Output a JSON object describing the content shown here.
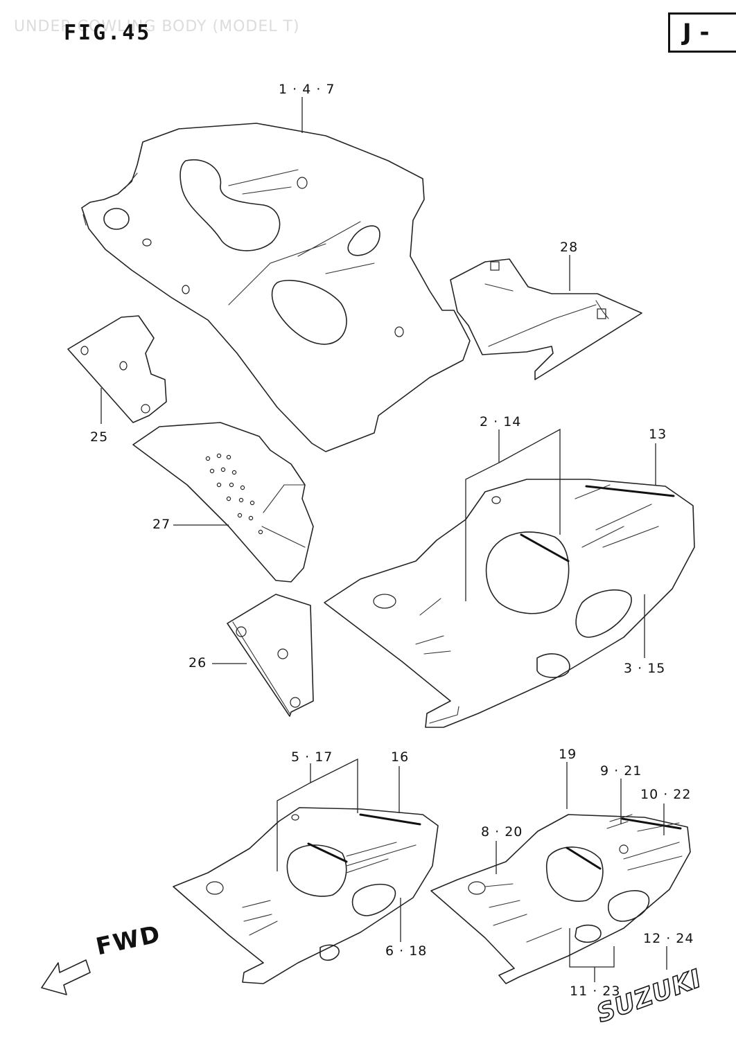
{
  "header": {
    "figure": "FIG.45",
    "caption": "UNDER COWLING BODY (MODEL T)",
    "section": "J -"
  },
  "callouts": [
    {
      "id": "p1",
      "text": "1 · 4 · 7"
    },
    {
      "id": "p28",
      "text": "28"
    },
    {
      "id": "p25",
      "text": "25"
    },
    {
      "id": "p27",
      "text": "27"
    },
    {
      "id": "p26",
      "text": "26"
    },
    {
      "id": "p2",
      "text": "2 · 14"
    },
    {
      "id": "p13",
      "text": "13"
    },
    {
      "id": "p3",
      "text": "3 · 15"
    },
    {
      "id": "p5",
      "text": "5 · 17"
    },
    {
      "id": "p16",
      "text": "16"
    },
    {
      "id": "p6",
      "text": "6 · 18"
    },
    {
      "id": "p19",
      "text": "19"
    },
    {
      "id": "p9",
      "text": "9 · 21"
    },
    {
      "id": "p10",
      "text": "10 · 22"
    },
    {
      "id": "p8",
      "text": "8 · 20"
    },
    {
      "id": "p12",
      "text": "12 · 24"
    },
    {
      "id": "p11",
      "text": "11 · 23"
    }
  ],
  "direction": {
    "label": "FWD"
  },
  "decal": {
    "text": "SUZUKI"
  }
}
